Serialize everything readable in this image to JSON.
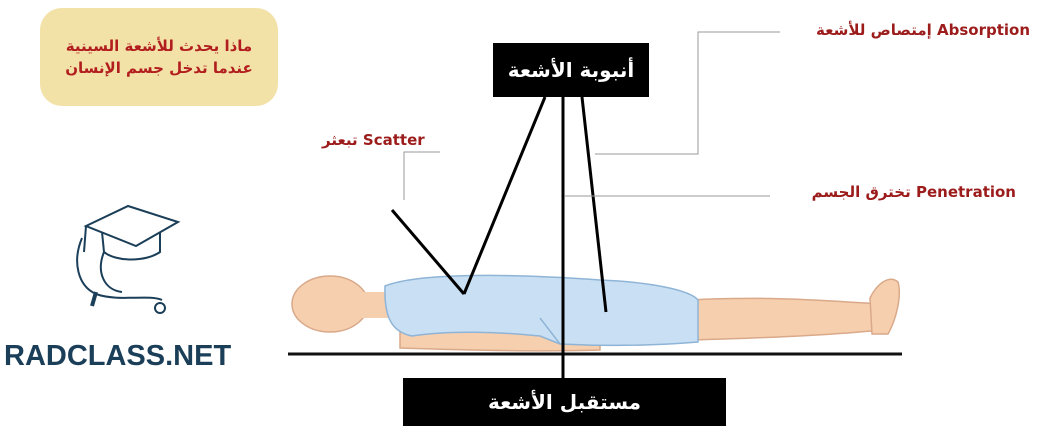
{
  "question": {
    "line1": "ماذا يحدث للأشعة السينية",
    "line2": "عندما تدخل جسم الإنسان"
  },
  "tube_label": "أنبوبة الأشعة",
  "receptor_label": "مستقبل الأشعة",
  "labels": {
    "absorption_ar": "إمتصاص للأشعة",
    "absorption_en": "Absorption",
    "penetration_ar": "تخترق الجسم",
    "penetration_en": "Penetration",
    "scatter_en": "Scatter",
    "scatter_ar": "تبعثر"
  },
  "logo": {
    "text": "RADCLASS.NET",
    "icon": "graduation-cap-stethoscope-icon"
  },
  "colors": {
    "label_red": "#9c1c1c",
    "question_bg": "#f3e2a8",
    "skin": "#f6cfae",
    "gown": "#c9e0f4",
    "logo_blue": "#1b3f58"
  }
}
